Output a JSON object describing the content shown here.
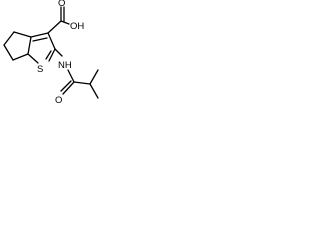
{
  "molecule": {
    "atoms": {
      "carboxyl_oh": "OH",
      "carbonyl_o": "O",
      "sulfur": "S",
      "amide_nh": "NH",
      "amide_o": "O"
    }
  }
}
